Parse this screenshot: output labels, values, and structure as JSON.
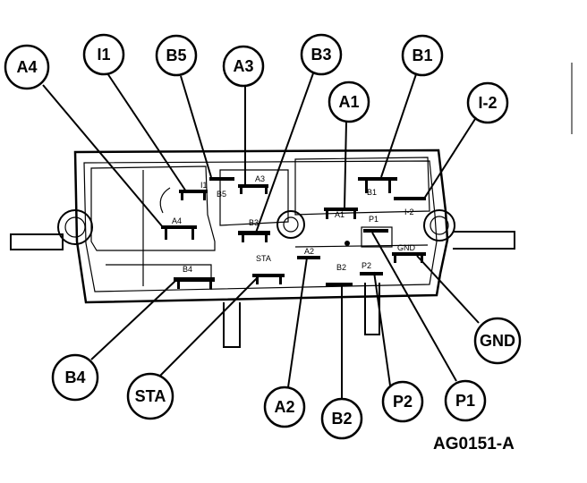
{
  "callouts": {
    "a4": "A4",
    "i1": "I1",
    "b5": "B5",
    "a3": "A3",
    "b3": "B3",
    "a1": "A1",
    "b1": "B1",
    "i2": "I-2",
    "gnd": "GND",
    "b4": "B4",
    "sta": "STA",
    "a2": "A2",
    "b2": "B2",
    "p2": "P2",
    "p1": "P1"
  },
  "terminal_labels": {
    "a4": "A4",
    "i1": "I1",
    "b5": "B5",
    "a3": "A3",
    "b3": "B3",
    "a1": "A1",
    "b1": "B1",
    "i2": "I-2",
    "p1": "P1",
    "gnd": "GND",
    "b4": "B4",
    "sta": "STA",
    "a2": "A2",
    "b2": "B2",
    "p2": "P2"
  },
  "reference_code": "AG0151-A",
  "colors": {
    "ink": "#000000",
    "paper": "#ffffff"
  }
}
